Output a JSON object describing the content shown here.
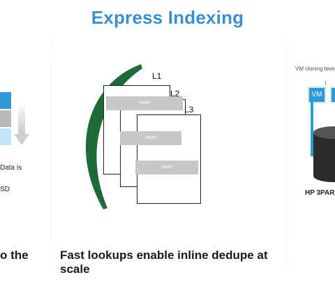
{
  "title": "Express Indexing",
  "center": {
    "layers": [
      "L1",
      "L2",
      "L3"
    ],
    "hash_label": "Hash",
    "caption": "Fast lookups enable inline dedupe at scale"
  },
  "left": {
    "text_line1": "Data is",
    "text_line2": "SD",
    "caption": "o  the"
  },
  "right": {
    "heading": "VM cloning level",
    "vm_label": "VM",
    "storage_label": "HP 3PAR"
  },
  "colors": {
    "accent": "#3a8fd0",
    "arc": "#1e6b3a",
    "hash_bar": "#c6c6c6",
    "vm_blue": "#2e9ad8",
    "cylinder": "#2b2b2b"
  }
}
